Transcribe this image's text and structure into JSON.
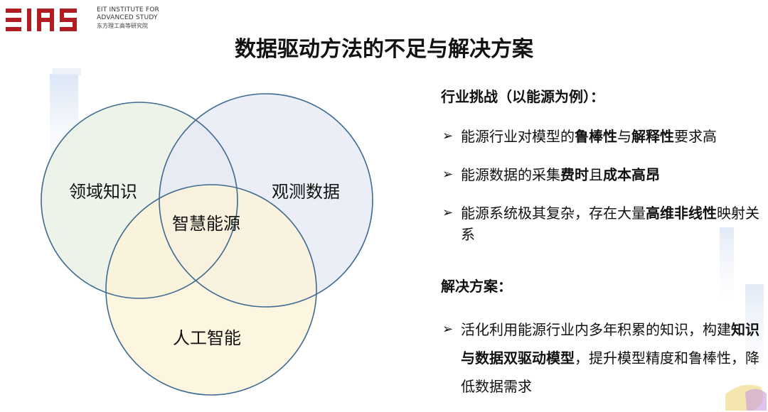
{
  "logo": {
    "mark_text": "EIAS",
    "line1": "EIT INSTITUTE FOR",
    "line2": "ADVANCED STUDY",
    "line3": "东方理工高等研究院",
    "brand_color": "#b01e23"
  },
  "title": "数据驱动方法的不足与解决方案",
  "venn": {
    "circles": [
      {
        "label": "领域知识",
        "fill": "#e9f0e2"
      },
      {
        "label": "观测数据",
        "fill": "#e6e9f5"
      },
      {
        "label": "人工智能",
        "fill": "#fbf3d8"
      }
    ],
    "center_label": "智慧能源",
    "stroke_color": "#3f6a91"
  },
  "challenges": {
    "heading": "行业挑战（以能源为例）：",
    "items": [
      {
        "parts": [
          {
            "text": "能源行业对模型的",
            "bold": false
          },
          {
            "text": "鲁棒性",
            "bold": true
          },
          {
            "text": "与",
            "bold": false
          },
          {
            "text": "解释性",
            "bold": true
          },
          {
            "text": "要求高",
            "bold": false
          }
        ]
      },
      {
        "parts": [
          {
            "text": "能源数据的采集",
            "bold": false
          },
          {
            "text": "费时",
            "bold": true
          },
          {
            "text": "且",
            "bold": false
          },
          {
            "text": "成本高昂",
            "bold": true
          }
        ]
      },
      {
        "parts": [
          {
            "text": "能源系统极其复杂，存在大量",
            "bold": false
          },
          {
            "text": "高维非线性",
            "bold": true
          },
          {
            "text": "映射关系",
            "bold": false
          }
        ]
      }
    ]
  },
  "solution": {
    "heading": "解决方案：",
    "items": [
      {
        "parts": [
          {
            "text": "活化利用能源行业内多年积累的知识，构建",
            "bold": false
          },
          {
            "text": "知识与数据双驱动模型",
            "bold": true
          },
          {
            "text": "，提升模型精度和鲁棒性，降低数据需求",
            "bold": false
          }
        ]
      }
    ]
  }
}
